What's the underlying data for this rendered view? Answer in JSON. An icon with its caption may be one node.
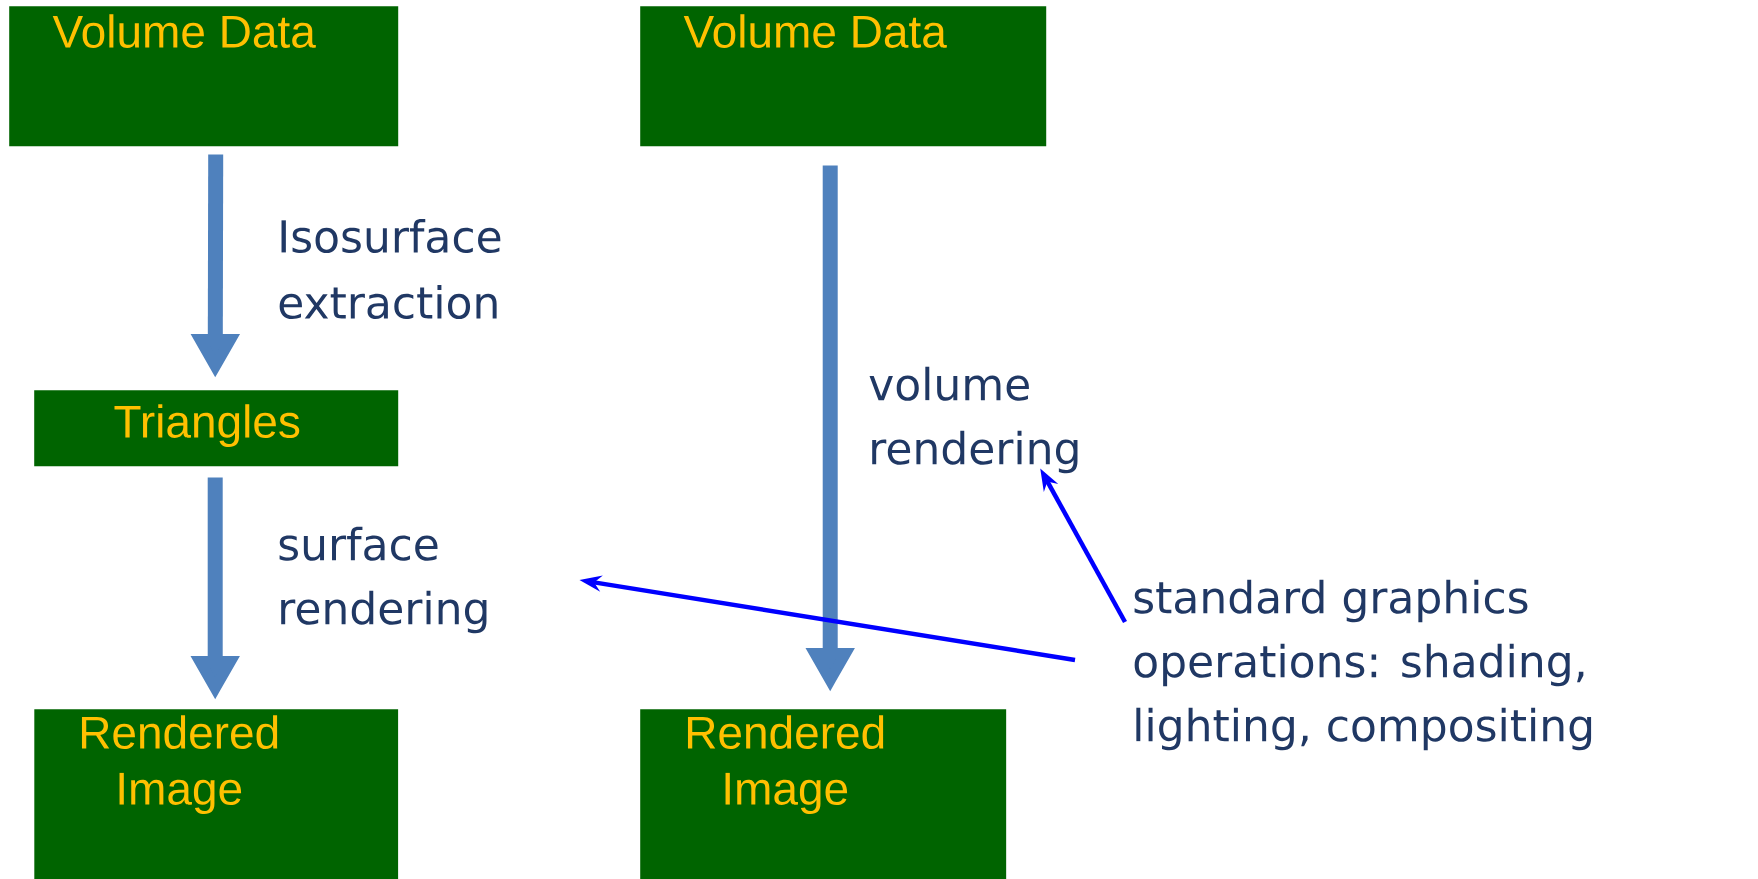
{
  "diagram": {
    "nodes": [
      {
        "text": [
          "Volume Data"
        ]
      },
      {
        "text": [
          "Volume Data"
        ]
      },
      {
        "text": [
          "Triangles"
        ]
      },
      {
        "text": [
          "Rendered Image"
        ]
      },
      {
        "text": [
          "Rendered Image"
        ]
      },
      {
        "text": [
          "surface rendering"
        ]
      },
      {
        "text": [
          "volume rendering"
        ]
      },
      {
        "text": [
          "standard graphics operations: shading, lighting, compositing"
        ]
      }
    ],
    "edges": [
      {
        "from": 0,
        "to": 2,
        "arrow": "to",
        "label": "Isosurface extraction"
      },
      {
        "from": 2,
        "to": 3,
        "arrow": "to"
      },
      {
        "from": 1,
        "to": 4,
        "arrow": "to"
      },
      {
        "from": 7,
        "to": 5,
        "arrow": "to",
        "color": "#0000ff"
      },
      {
        "from": 7,
        "to": 6,
        "arrow": "to",
        "color": "#0000ff"
      }
    ]
  }
}
